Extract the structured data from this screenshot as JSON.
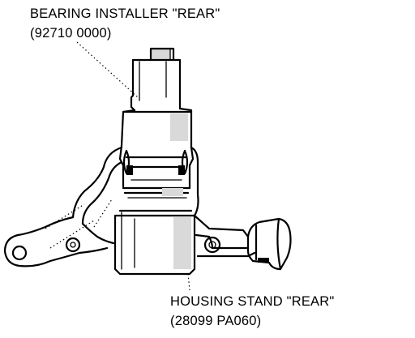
{
  "labels": {
    "installer_name": "BEARING INSTALLER \"REAR\"",
    "installer_part": "(92710 0000)",
    "stand_name": "HOUSING STAND \"REAR\"",
    "stand_part": "(28099 PA060)"
  }
}
